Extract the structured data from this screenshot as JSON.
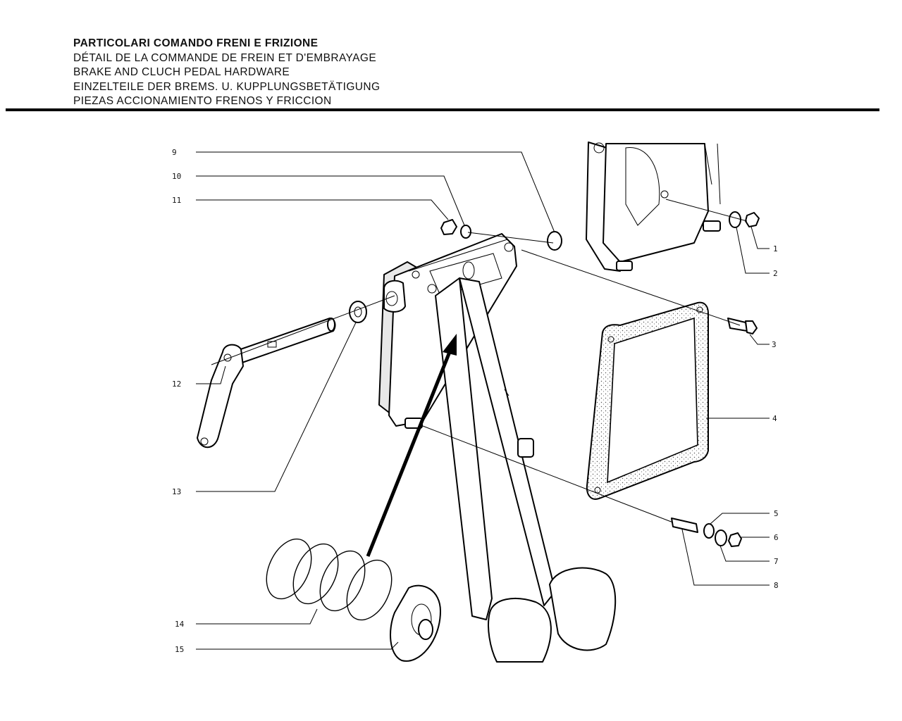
{
  "header": {
    "title_it": "PARTICOLARI COMANDO FRENI E FRIZIONE",
    "title_fr": "DÉTAIL DE LA COMMANDE DE FREIN ET D'EMBRAYAGE",
    "title_en": "BRAKE AND CLUCH PEDAL HARDWARE",
    "title_de": "EINZELTEILE DER BREMS. U. KUPPLUNGSBETÄTIGUNG",
    "title_es": "PIEZAS ACCIONAMIENTO FRENOS Y FRICCION"
  },
  "callouts": {
    "c1": "1",
    "c2": "2",
    "c3": "3",
    "c4": "4",
    "c5": "5",
    "c6": "6",
    "c7": "7",
    "c8": "8",
    "c9": "9",
    "c10": "10",
    "c11": "11",
    "c12": "12",
    "c13": "13",
    "c14": "14",
    "c15": "15"
  }
}
